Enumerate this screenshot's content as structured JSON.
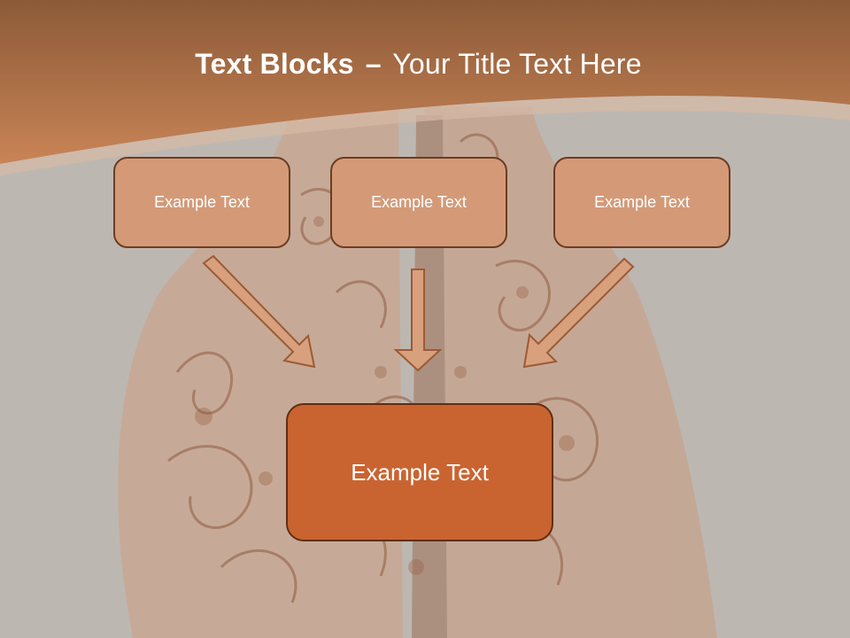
{
  "title": {
    "bold": "Text Blocks",
    "dash": "–",
    "rest": "Your Title Text Here"
  },
  "blocks": [
    {
      "label": "Example Text"
    },
    {
      "label": "Example Text"
    },
    {
      "label": "Example Text"
    }
  ],
  "target": {
    "label": "Example Text"
  },
  "colors": {
    "header": "#c07248",
    "background": "#bdb7b2",
    "small_box_fill": "#d49a78",
    "main_box_fill": "#c96431",
    "box_border": "#6b3d22",
    "arrow_fill": "#d8a07c",
    "arrow_stroke": "#9c5a36"
  },
  "background_image": "hands-with-henna-image"
}
